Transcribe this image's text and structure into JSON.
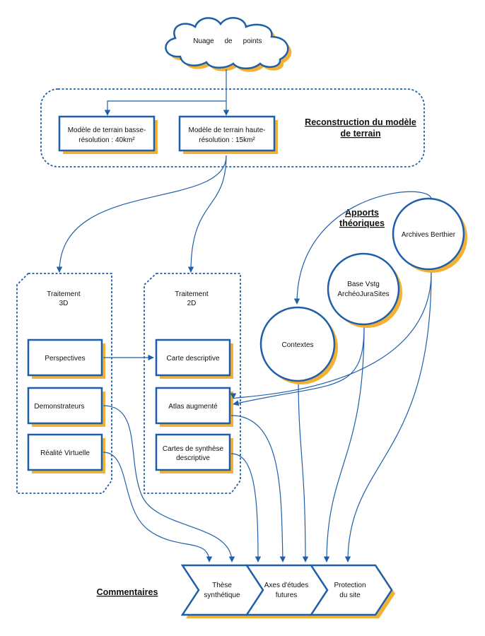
{
  "colors": {
    "stroke": "#1f5fa8",
    "shadow": "#f2b134",
    "background": "#ffffff"
  },
  "top": {
    "cloud": [
      "Nuage",
      "de",
      "points"
    ]
  },
  "reconstruction": {
    "title_lines": [
      "Reconstruction du modèle",
      "de terrain"
    ],
    "low_res_lines": [
      "Modèle de terrain basse-",
      "résolution : 40km²"
    ],
    "high_res_lines": [
      "Modèle de terrain haute-",
      "résolution : 15km²"
    ]
  },
  "apports": {
    "title_lines": [
      "Apports",
      "théoriques"
    ],
    "archives": "Archives Berthier",
    "base_lines": [
      "Base Vstg",
      "ArchéoJuraSites"
    ],
    "contextes": "Contextes"
  },
  "traitement_3d": {
    "title_lines": [
      "Traitement",
      "3D"
    ],
    "items": [
      "Perspectives",
      "Demonstrateurs",
      "Réalité Virtuelle"
    ]
  },
  "traitement_2d": {
    "title_lines": [
      "Traitement",
      "2D"
    ],
    "items": [
      "Carte descriptive",
      "Atlas augmenté",
      "Cartes de synthèse descriptive"
    ],
    "synthese_lines": [
      "Cartes de synthèse",
      "descriptive"
    ]
  },
  "commentaires": {
    "title": "Commentaires",
    "chevrons": [
      [
        "Thèse",
        "synthétique"
      ],
      [
        "Axes d'études",
        "futures"
      ],
      [
        "Protection",
        "du site"
      ]
    ]
  }
}
